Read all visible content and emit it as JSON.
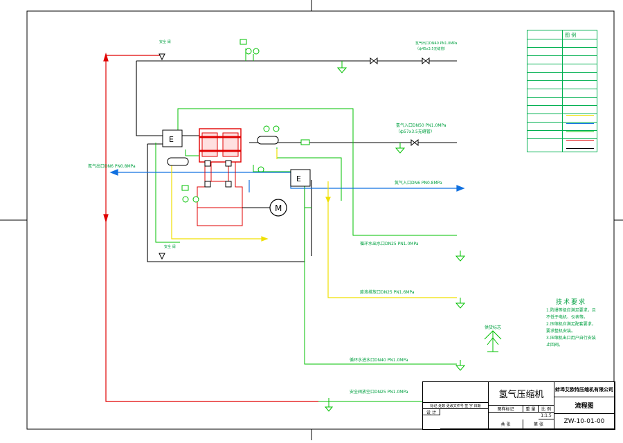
{
  "labels": {
    "safety_valve_top": "安全\n阀",
    "safety_valve_bot": "安全\n阀",
    "h2_outlet": "氢气出口DN40 PN1.0MPa",
    "h2_outlet_spec": "（ф45x3.5无缝管）",
    "h2_inlet": "氢气入口DN50 PN1.0MPa",
    "h2_inlet_spec": "（ф57x3.5无缝管）",
    "n2_outlet": "氮气出口DN6 PN0.8MPa",
    "n2_inlet": "氮气入口DN6 PN0.8MPa",
    "cw_outlet": "循环水出水口DN25 PN1.0MPa",
    "drain": "废液排放口DN25 PN1.6MPa",
    "cw_inlet": "循环水进水口DN40 PN1.0MPa",
    "vent": "安全阀放空口DN25 PN1.0MPa",
    "motor": "M",
    "cooler_e": "E",
    "north_mark": "供货标志"
  },
  "legend": {
    "title": "图 例"
  },
  "notes": {
    "title": "技术要求",
    "items": [
      "1.防爆等级应满足要求，且不低于电机、仪表等。",
      "2.压缩机应满足配套要求，要求整机安装。",
      "3.压缩机出口用户自行安装止回阀。"
    ]
  },
  "title_block": {
    "product": "氢气压缩机",
    "company": "蚌埠艾欧特压缩机有限公司",
    "drawing_type": "流程图",
    "drawing_no": "ZW-10-01-00",
    "scale_header": "比 例",
    "scale": "1:1.5",
    "weight_header": "重 量",
    "mark_header": "图样标记",
    "sheets": "共  张",
    "sheet_of": "第  张",
    "design": "设 计",
    "rev_row": "标记 处数 更改文件号 签 字 日期"
  },
  "colors": {
    "green": "#00c000",
    "red": "#e00000",
    "blue": "#1070e0",
    "yellow": "#f0e000",
    "black": "#000000"
  }
}
